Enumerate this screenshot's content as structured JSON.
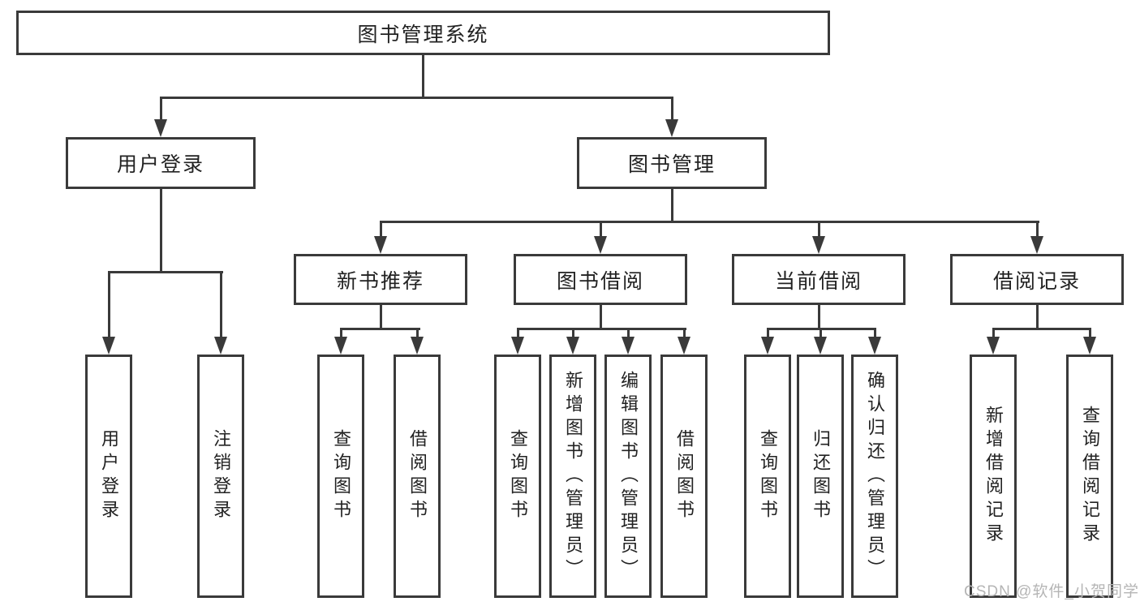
{
  "diagram": {
    "title": "图书管理系统",
    "watermark": "CSDN @软件_小贺同学",
    "colors": {
      "line": "#3a3a3a",
      "text": "#222222",
      "background": "#ffffff",
      "watermark": "#b5b5b5"
    },
    "nodes": {
      "root": {
        "label": "图书管理系统"
      },
      "level2": [
        {
          "id": "user-login",
          "label": "用户登录"
        },
        {
          "id": "book-management",
          "label": "图书管理"
        }
      ],
      "level3": [
        {
          "id": "new-book-recommend",
          "label": "新书推荐"
        },
        {
          "id": "book-borrow",
          "label": "图书借阅"
        },
        {
          "id": "current-borrow",
          "label": "当前借阅"
        },
        {
          "id": "borrow-records",
          "label": "借阅记录"
        }
      ],
      "leaves": [
        {
          "parent": "user-login",
          "label": "用户登录"
        },
        {
          "parent": "user-login",
          "label": "注销登录"
        },
        {
          "parent": "new-book-recommend",
          "label": "查询图书"
        },
        {
          "parent": "new-book-recommend",
          "label": "借阅图书"
        },
        {
          "parent": "book-borrow",
          "label": "查询图书"
        },
        {
          "parent": "book-borrow",
          "label": "新增图书（管理员）"
        },
        {
          "parent": "book-borrow",
          "label": "编辑图书（管理员）"
        },
        {
          "parent": "book-borrow",
          "label": "借阅图书"
        },
        {
          "parent": "current-borrow",
          "label": "查询图书"
        },
        {
          "parent": "current-borrow",
          "label": "归还图书"
        },
        {
          "parent": "current-borrow",
          "label": "确认归还（管理员）"
        },
        {
          "parent": "borrow-records",
          "label": "新增借阅记录"
        },
        {
          "parent": "borrow-records",
          "label": "查询借阅记录"
        }
      ]
    }
  }
}
